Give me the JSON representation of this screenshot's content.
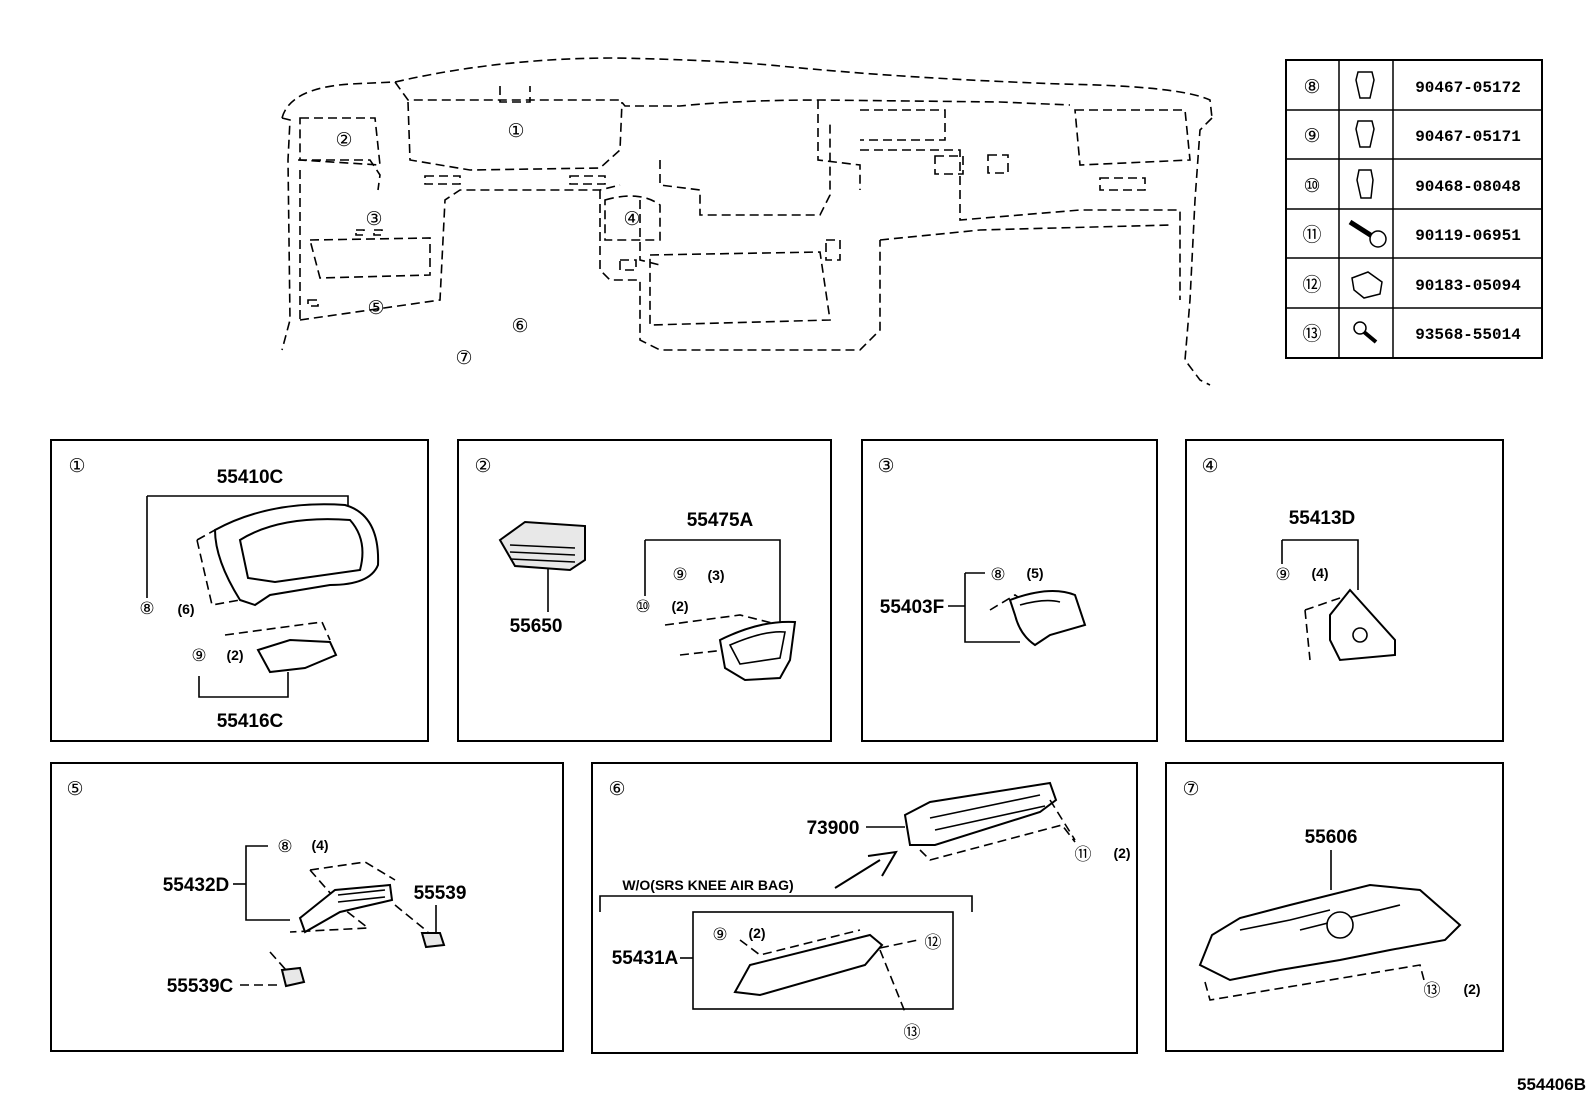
{
  "overview": {
    "callouts": [
      "①",
      "②",
      "③",
      "④",
      "⑤",
      "⑥",
      "⑦"
    ]
  },
  "fastener_table": [
    {
      "ref": "⑧",
      "icon": "clip-icon",
      "part": "90467-05172"
    },
    {
      "ref": "⑨",
      "icon": "clip-icon",
      "part": "90467-05171"
    },
    {
      "ref": "⑩",
      "icon": "clip-icon",
      "part": "90468-08048"
    },
    {
      "ref": "⑪",
      "icon": "bolt-icon",
      "part": "90119-06951"
    },
    {
      "ref": "⑫",
      "icon": "nut-icon",
      "part": "90183-05094"
    },
    {
      "ref": "⑬",
      "icon": "screw-icon",
      "part": "93568-55014"
    }
  ],
  "panels": {
    "p1": {
      "ref": "①",
      "top_part": "55410C",
      "clip1": "⑧",
      "qty1": "(6)",
      "clip2": "⑨",
      "qty2": "(2)",
      "bottom_part": "55416C"
    },
    "p2": {
      "ref": "②",
      "part_left": "55650",
      "part_right": "55475A",
      "clip1": "⑨",
      "qty1": "(3)",
      "clip2": "⑩",
      "qty2": "(2)"
    },
    "p3": {
      "ref": "③",
      "part": "55403F",
      "clip": "⑧",
      "qty": "(5)"
    },
    "p4": {
      "ref": "④",
      "part": "55413D",
      "clip": "⑨",
      "qty": "(4)"
    },
    "p5": {
      "ref": "⑤",
      "part_main": "55432D",
      "clip": "⑧",
      "qty": "(4)",
      "part_switch": "55539",
      "part_switch_c": "55539C"
    },
    "p6": {
      "ref": "⑥",
      "part_airbag": "73900",
      "bolt": "⑪",
      "bolt_qty": "(2)",
      "note": "W/O(SRS KNEE AIR BAG)",
      "part_panel": "55431A",
      "clip": "⑨",
      "clip_qty": "(2)",
      "nut": "⑫",
      "screw": "⑬"
    },
    "p7": {
      "ref": "⑦",
      "part": "55606",
      "screw": "⑬",
      "screw_qty": "(2)"
    }
  },
  "drawing_id": "554406B"
}
